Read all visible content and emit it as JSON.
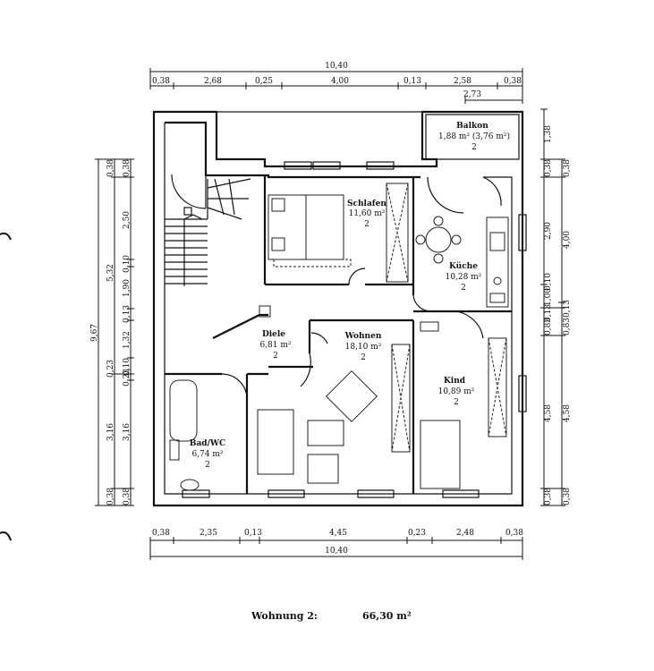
{
  "rooms": [
    {
      "name": "Balkon",
      "area": "1,88 m² (3,76 m²)",
      "count": "2"
    },
    {
      "name": "Schlafen",
      "area": "11,60 m²",
      "count": "2"
    },
    {
      "name": "Küche",
      "area": "10,28 m²",
      "count": "2"
    },
    {
      "name": "Diele",
      "area": "6,81 m²",
      "count": "2"
    },
    {
      "name": "Wohnen",
      "area": "18,10 m²",
      "count": "2"
    },
    {
      "name": "Kind",
      "area": "10,89 m²",
      "count": "2"
    },
    {
      "name": "Bad/WC",
      "area": "6,74 m²",
      "count": "2"
    }
  ],
  "dimensions": {
    "top_total": "10,40",
    "top_segments": [
      "0,38",
      "2,68",
      "0,25",
      "4,00",
      "0,13",
      "2,58",
      "0,38"
    ],
    "top_balcony": "2,73",
    "bottom_total": "10,40",
    "bottom_segments": [
      "0,38",
      "2,35",
      "0,13",
      "4,45",
      "0,23",
      "2,48",
      "0,38"
    ],
    "left_total": "9,67",
    "left_outer": [
      "0,38",
      "2,50",
      "0,10",
      "1,90",
      "0,13",
      "1,32",
      "0,10",
      "0,23",
      "3,16",
      "0,38"
    ],
    "left_inner": [
      "0,38",
      "5,32",
      "0,23",
      "3,16",
      "0,38"
    ],
    "right_inner": [
      "1,38",
      "0,38",
      "2,90",
      "0,13",
      "1,00",
      "0,10",
      "0,83",
      "4,58",
      "0,38"
    ],
    "right_outer": [
      "0,38",
      "4,00",
      "0,13",
      "0,83",
      "4,58",
      "0,38"
    ]
  },
  "caption": {
    "label": "Wohnung 2:",
    "area": "66,30 m²"
  }
}
